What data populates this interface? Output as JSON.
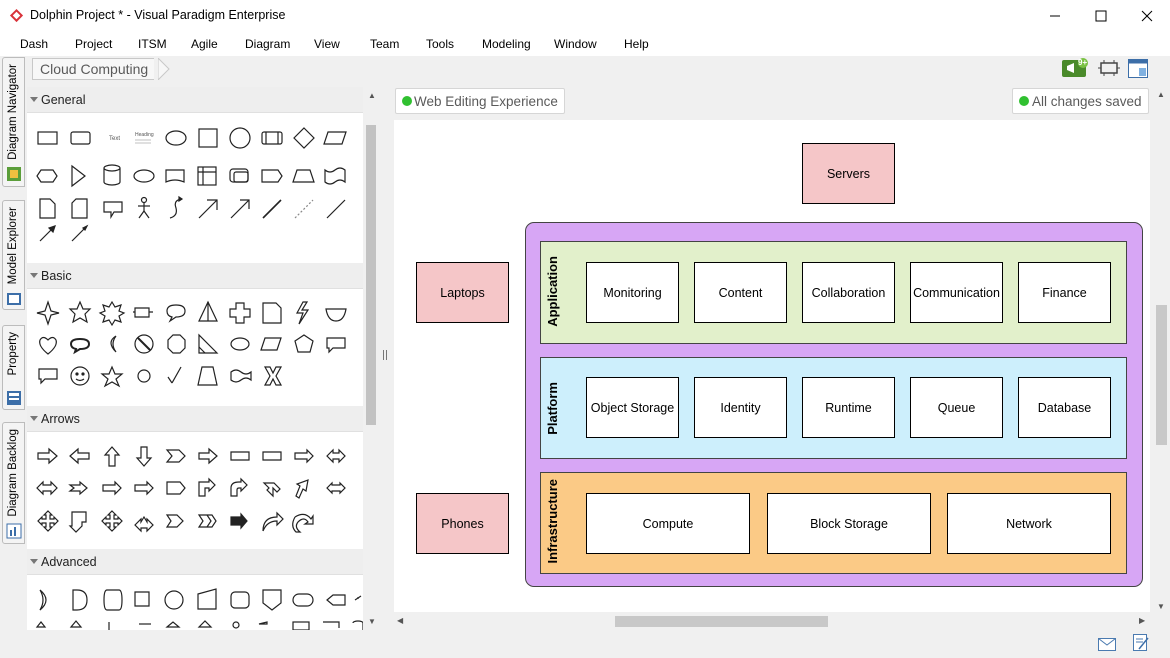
{
  "window": {
    "title": "Dolphin Project * - Visual Paradigm Enterprise",
    "minimize_glyph": "—",
    "maximize_glyph": "☐",
    "close_glyph": "✕"
  },
  "menu": [
    "Dash",
    "Project",
    "ITSM",
    "Agile",
    "Diagram",
    "View",
    "Team",
    "Tools",
    "Modeling",
    "Window",
    "Help"
  ],
  "side_tabs": [
    "Diagram Navigator",
    "Model Explorer",
    "Property",
    "Diagram Backlog"
  ],
  "breadcrumb": "Cloud Computing",
  "toolbar": {
    "notification_badge": "9+",
    "icons": [
      "megaphone-icon",
      "fit-diagram-icon",
      "layout-panel-icon"
    ]
  },
  "palette": {
    "sections": [
      "General",
      "Basic",
      "Arrows",
      "Advanced"
    ],
    "general_text_sample": "Text",
    "general_heading_sample": "Heading"
  },
  "status": {
    "web_editing": "Web Editing Experience",
    "saved": "All changes saved"
  },
  "diagram": {
    "servers": "Servers",
    "laptops": "Laptops",
    "phones": "Phones",
    "layers": [
      {
        "name": "Application",
        "items": [
          "Monitoring",
          "Content",
          "Collaboration",
          "Communication",
          "Finance"
        ],
        "color": "#e2f0cb"
      },
      {
        "name": "Platform",
        "items": [
          "Object Storage",
          "Identity",
          "Runtime",
          "Queue",
          "Database"
        ],
        "color": "#cdeffc"
      },
      {
        "name": "Infrastructure",
        "items": [
          "Compute",
          "Block Storage",
          "Network"
        ],
        "color": "#fbca86"
      }
    ],
    "outer_color": "#d7a6f5",
    "device_color": "#f5c6c8"
  },
  "statusbar": {
    "icons": [
      "mail-icon",
      "notes-icon"
    ]
  }
}
